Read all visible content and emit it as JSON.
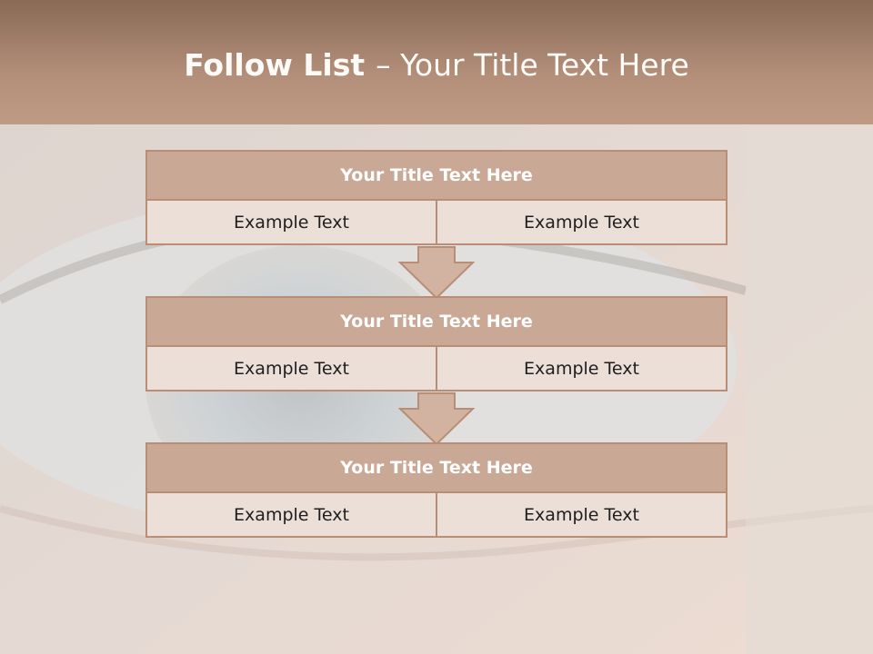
{
  "header": {
    "title_bold": "Follow List",
    "title_rest": "– Your Title Text Here"
  },
  "blocks": [
    {
      "title": "Your Title Text Here",
      "left": "Example Text",
      "right": "Example Text"
    },
    {
      "title": "Your Title Text Here",
      "left": "Example Text",
      "right": "Example Text"
    },
    {
      "title": "Your Title Text Here",
      "left": "Example Text",
      "right": "Example Text"
    }
  ],
  "colors": {
    "header": "#b38f7a",
    "block_title_fill": "#c9a996",
    "cell_fill": "#ecdfd8",
    "border": "#b88e76"
  }
}
